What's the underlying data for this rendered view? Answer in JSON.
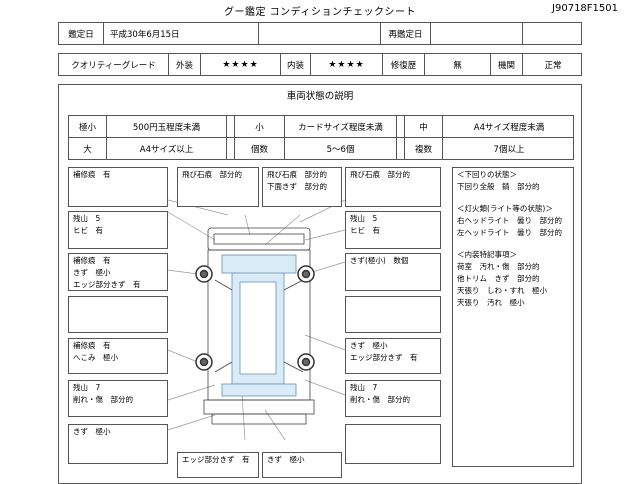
{
  "header": {
    "title": "グー鑑定 コンディションチェックシート",
    "doc_id": "J90718F1501"
  },
  "row1": {
    "label1": "鑑定日",
    "value1": "平成30年6月15日",
    "label2": "再鑑定日",
    "value2": ""
  },
  "row2": {
    "grade_label": "クオリティーグレード",
    "exterior_label": "外装",
    "exterior_stars": "★★★★",
    "interior_label": "内装",
    "interior_stars": "★★★★",
    "repair_label": "修復歴",
    "repair_value": "無",
    "engine_label": "機関",
    "engine_value": "正常"
  },
  "section_title": "車両状態の説明",
  "legend": {
    "r1": [
      "極小",
      "500円玉程度未満",
      "小",
      "カードサイズ程度未満",
      "中",
      "A4サイズ程度未満"
    ],
    "r2": [
      "大",
      "A4サイズ以上",
      "個数",
      "5～6個",
      "複数",
      "7個以上"
    ]
  },
  "notes": {
    "l1": [
      "補修痕　有"
    ],
    "l2": [
      "残山　5",
      "ヒビ　有"
    ],
    "l3": [
      "補修痕　有",
      "きず　極小",
      "エッジ部分きず　有"
    ],
    "l4": [],
    "l5": [
      "補修痕　有",
      "へこみ　極小"
    ],
    "l6": [
      "残山　7",
      "削れ・傷　部分的"
    ],
    "l7": [
      "きず　極小"
    ],
    "t1": [
      "飛び石痕　部分的"
    ],
    "t2": [
      "飛び石痕　部分的",
      "下面きず　部分的"
    ],
    "r1": [
      "飛び石痕　部分的"
    ],
    "r2": [
      "残山　5",
      "ヒビ　有"
    ],
    "r3": [
      "きず(極小)　数個"
    ],
    "r4": [],
    "r5": [
      "きず　極小",
      "エッジ部分きず　有"
    ],
    "r6": [
      "残山　7",
      "削れ・傷　部分的"
    ],
    "r7": [],
    "b1": [
      "エッジ部分きず　有"
    ],
    "b2": [
      "きず　極小"
    ]
  },
  "side_panel": [
    "＜下回りの状態＞",
    "下回り全般　錆　部分的",
    "",
    "＜灯火類(ライト等の状態)＞",
    "右ヘッドライト　曇り　部分的",
    "左ヘッドライト　曇り　部分的",
    "",
    "＜内装特記事項＞",
    "荷室　汚れ・傷　部分的",
    "他トリム　きず　部分的",
    "天張り　しわ・すれ　極小",
    "天張り　汚れ　極小"
  ]
}
